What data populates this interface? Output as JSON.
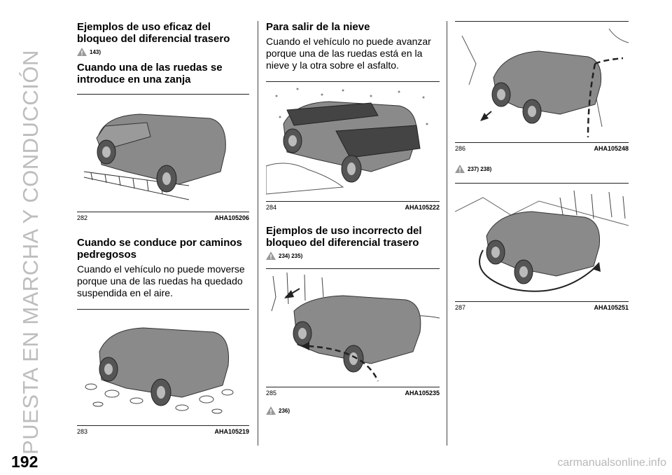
{
  "page": {
    "sidebar_title": "PUESTA EN MARCHA Y CONDUCCIÓN",
    "number": "192",
    "footer": "carmanualsonline.info"
  },
  "col1": {
    "heading1": "Ejemplos de uso eficaz del bloqueo del diferencial trasero",
    "warn1": "143)",
    "heading2": "Cuando una de las ruedas se introduce en una zanja",
    "fig282": {
      "num": "282",
      "code": "AHA105206"
    },
    "heading3": "Cuando se conduce por caminos pedregosos",
    "text3": "Cuando el vehículo no puede moverse porque una de las ruedas ha quedado suspendida en el aire.",
    "fig283": {
      "num": "283",
      "code": "AHA105219"
    }
  },
  "col2": {
    "heading1": "Para salir de la nieve",
    "text1": "Cuando el vehículo no puede avanzar porque una de las ruedas está en la nieve y la otra sobre el asfalto.",
    "fig284": {
      "num": "284",
      "code": "AHA105222"
    },
    "heading2": "Ejemplos de uso incorrecto del bloqueo del diferencial trasero",
    "warn2": "234) 235)",
    "fig285": {
      "num": "285",
      "code": "AHA105235"
    },
    "warn3": "236)"
  },
  "col3": {
    "fig286": {
      "num": "286",
      "code": "AHA105248"
    },
    "warn4": "237) 238)",
    "fig287": {
      "num": "287",
      "code": "AHA105251"
    }
  }
}
